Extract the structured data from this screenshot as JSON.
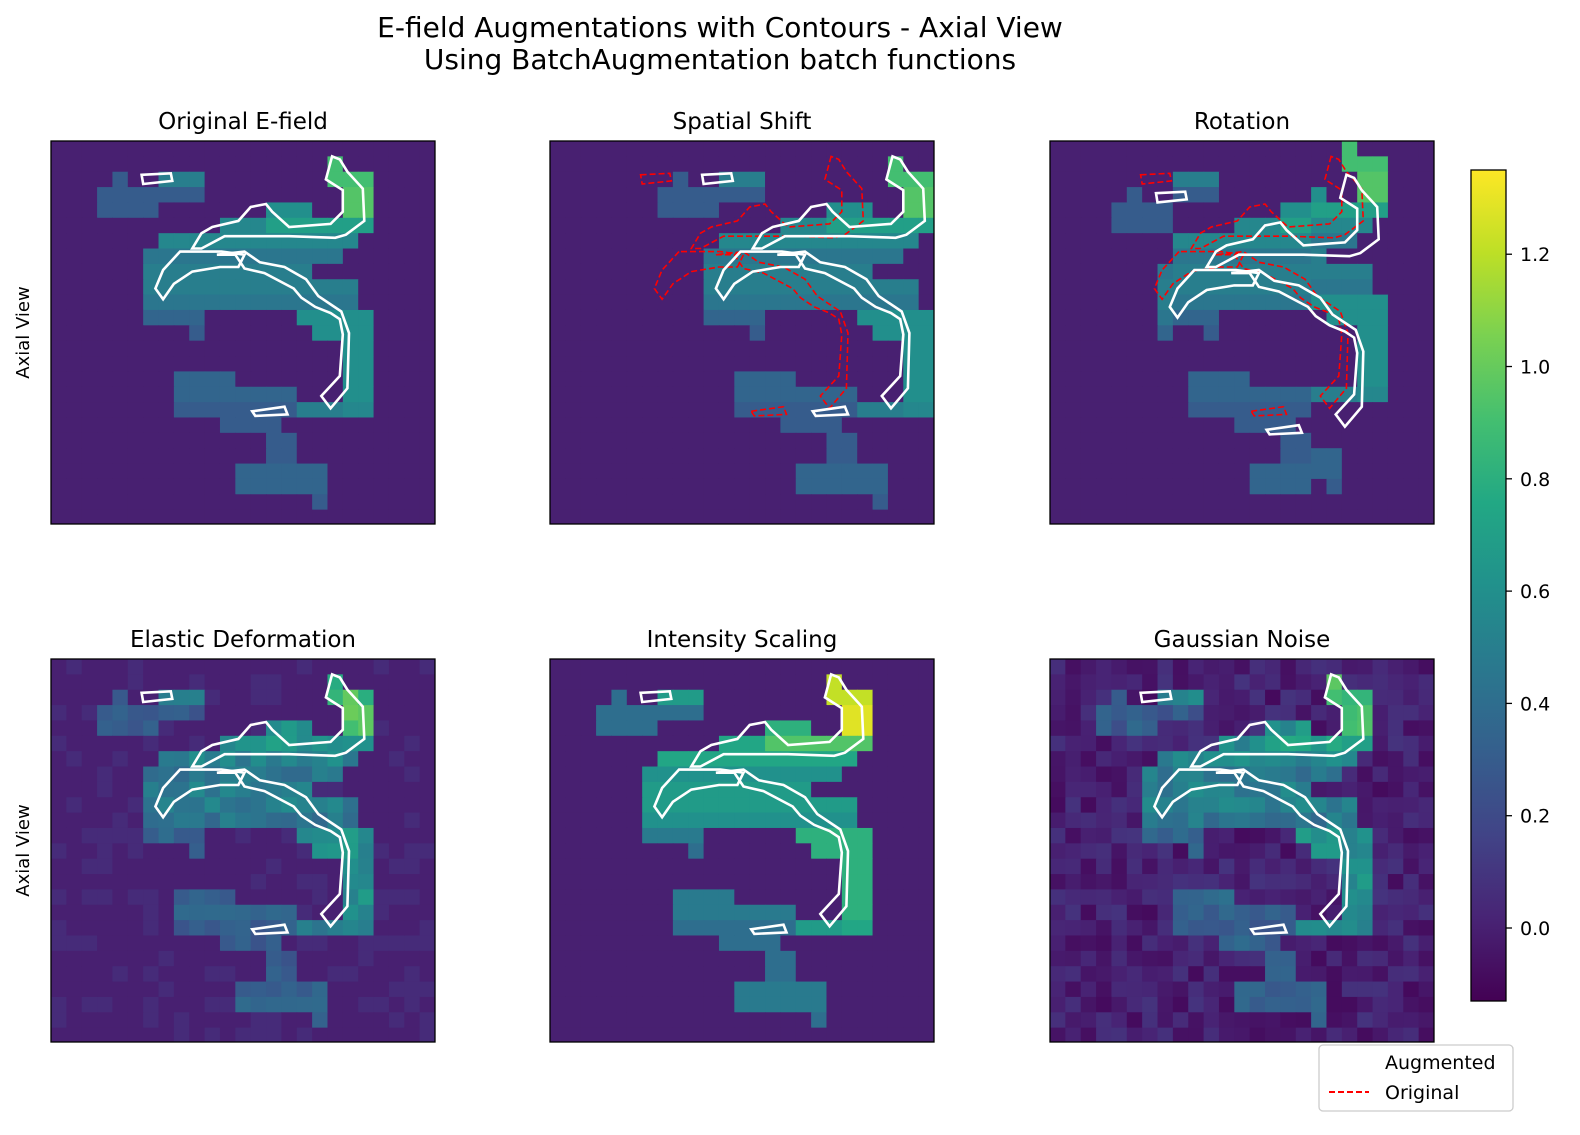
{
  "figure": {
    "title_line1": "E-field Augmentations with Contours - Axial View",
    "title_line2": "Using BatchAugmentation batch functions",
    "row_label": "Axial View"
  },
  "chart_data": {
    "type": "heatmap",
    "colormap": "viridis",
    "grid": false,
    "panels": [
      {
        "title": "Original E-field",
        "augmented_contour": true,
        "original_contour": false,
        "noise": false
      },
      {
        "title": "Spatial Shift",
        "augmented_contour": true,
        "original_contour": true,
        "noise": false
      },
      {
        "title": "Rotation",
        "augmented_contour": true,
        "original_contour": true,
        "noise": false
      },
      {
        "title": "Elastic Deformation",
        "augmented_contour": true,
        "original_contour": true,
        "noise": false
      },
      {
        "title": "Intensity Scaling",
        "augmented_contour": true,
        "original_contour": true,
        "noise": false
      },
      {
        "title": "Gaussian Noise",
        "augmented_contour": true,
        "original_contour": true,
        "noise": true
      }
    ],
    "colorbar": {
      "min": -0.13,
      "max": 1.35,
      "ticks": [
        0.0,
        0.2,
        0.4,
        0.6,
        0.8,
        1.0,
        1.2
      ],
      "tick_labels": [
        "0.0",
        "0.2",
        "0.4",
        "0.6",
        "0.8",
        "1.0",
        "1.2"
      ]
    },
    "legend": {
      "placement": "bottom-right",
      "entries": [
        {
          "label": "Augmented",
          "color": "#ffffff",
          "style": "solid"
        },
        {
          "label": "Original",
          "color": "#ff0000",
          "style": "dashed"
        }
      ]
    }
  }
}
